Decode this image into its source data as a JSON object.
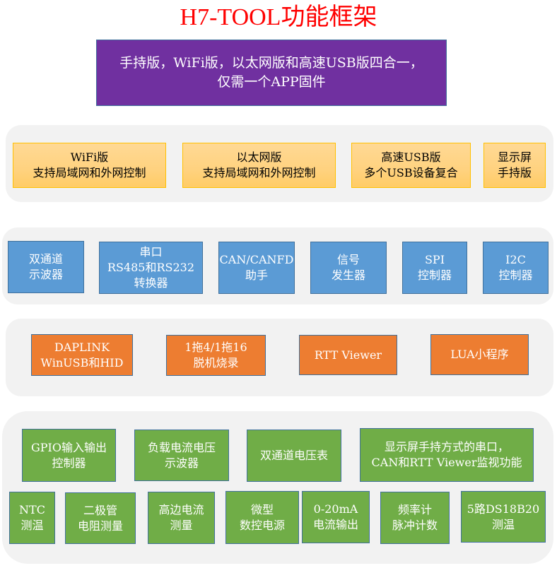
{
  "title": "H7-TOOL功能框架",
  "banner": {
    "line1": "手持版，WiFi版，以太网版和高速USB版四合一，",
    "line2": "仅需一个APP固件"
  },
  "colors": {
    "title": "#ff0000",
    "banner": "#7030a0",
    "section_bg": "#f2f2f2",
    "yellow": "#ffd27f",
    "blue": "#5b9bd5",
    "orange": "#ed7d31",
    "green": "#70ad47",
    "box_border": "#41719c"
  },
  "editions": [
    {
      "line1": "WiFi版",
      "line2": "支持局域网和外网控制"
    },
    {
      "line1": "以太网版",
      "line2": "支持局域网和外网控制"
    },
    {
      "line1": "高速USB版",
      "line2": "多个USB设备复合"
    },
    {
      "line1": "显示屏",
      "line2": "手持版"
    }
  ],
  "bus_tools": [
    {
      "line1": "双通道",
      "line2": "示波器"
    },
    {
      "line1": "串口",
      "line2": "RS485和RS232",
      "line3": "转换器"
    },
    {
      "line1": "CAN/CANFD",
      "line2": "助手"
    },
    {
      "line1": "信号",
      "line2": "发生器"
    },
    {
      "line1": "SPI",
      "line2": "控制器"
    },
    {
      "line1": "I2C",
      "line2": "控制器"
    }
  ],
  "debug_tools": [
    {
      "line1": "DAPLINK",
      "line2": "WinUSB和HID"
    },
    {
      "line1": "1拖4/1拖16",
      "line2": "脱机烧录"
    },
    {
      "line1": "RTT Viewer"
    },
    {
      "line1": "LUA小程序"
    }
  ],
  "measure_tools_row1": [
    {
      "line1": "GPIO输入输出",
      "line2": "控制器"
    },
    {
      "line1": "负载电流电压",
      "line2": "示波器"
    },
    {
      "line1": "双通道电压表"
    },
    {
      "line1": "显示屏手持方式的串口，",
      "line2": "CAN和RTT Viewer监视功能"
    }
  ],
  "measure_tools_row2": [
    {
      "line1": "NTC",
      "line2": "测温"
    },
    {
      "line1": "二极管",
      "line2": "电阻测量"
    },
    {
      "line1": "高边电流",
      "line2": "测量"
    },
    {
      "line1": "微型",
      "line2": "数控电源"
    },
    {
      "line1": "0-20mA",
      "line2": "电流输出"
    },
    {
      "line1": "频率计",
      "line2": "脉冲计数"
    },
    {
      "line1": "5路DS18B20",
      "line2": "测温"
    }
  ]
}
